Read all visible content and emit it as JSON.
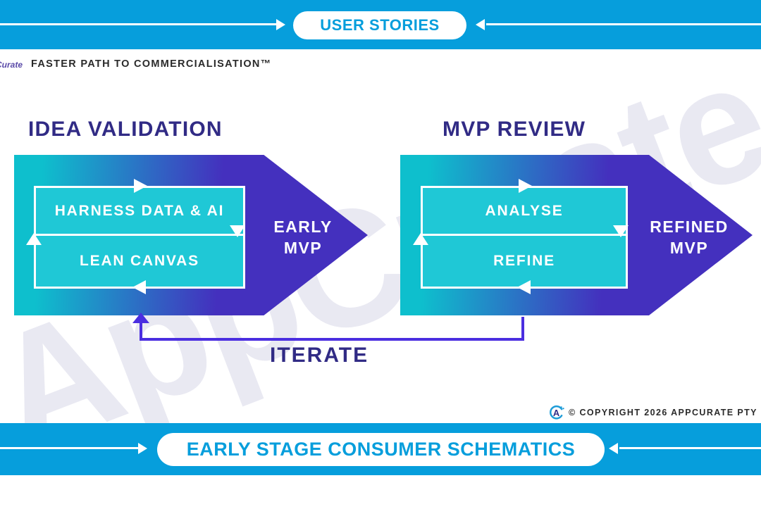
{
  "colors": {
    "banner_blue": "#069edc",
    "heading_indigo": "#312b85",
    "arrow_teal": "#0ebfcd",
    "arrow_indigo": "#4430be",
    "step_box_cyan": "#1fc8d6",
    "iterate_purple": "#4b2ee0",
    "watermark_gray": "#e9e9f2"
  },
  "top_banner": {
    "label": "USER STORIES"
  },
  "brand_bar": {
    "logo_fragment": "Curate",
    "tagline": "FASTER PATH TO COMMERCIALISATION™"
  },
  "watermark": {
    "text": "AppCurate"
  },
  "diagrams": {
    "left": {
      "title": "IDEA VALIDATION",
      "steps": [
        "HARNESS DATA & AI",
        "LEAN CANVAS"
      ],
      "output_top": "EARLY",
      "output_bottom": "MVP"
    },
    "right": {
      "title": "MVP REVIEW",
      "steps": [
        "ANALYSE",
        "REFINE"
      ],
      "output_top": "REFINED",
      "output_bottom": "MVP"
    }
  },
  "iterate": {
    "label": "ITERATE"
  },
  "footer": {
    "copyright": "© COPYRIGHT 2026 APPCURATE PTY"
  },
  "bottom_banner": {
    "label": "EARLY STAGE CONSUMER SCHEMATICS"
  }
}
